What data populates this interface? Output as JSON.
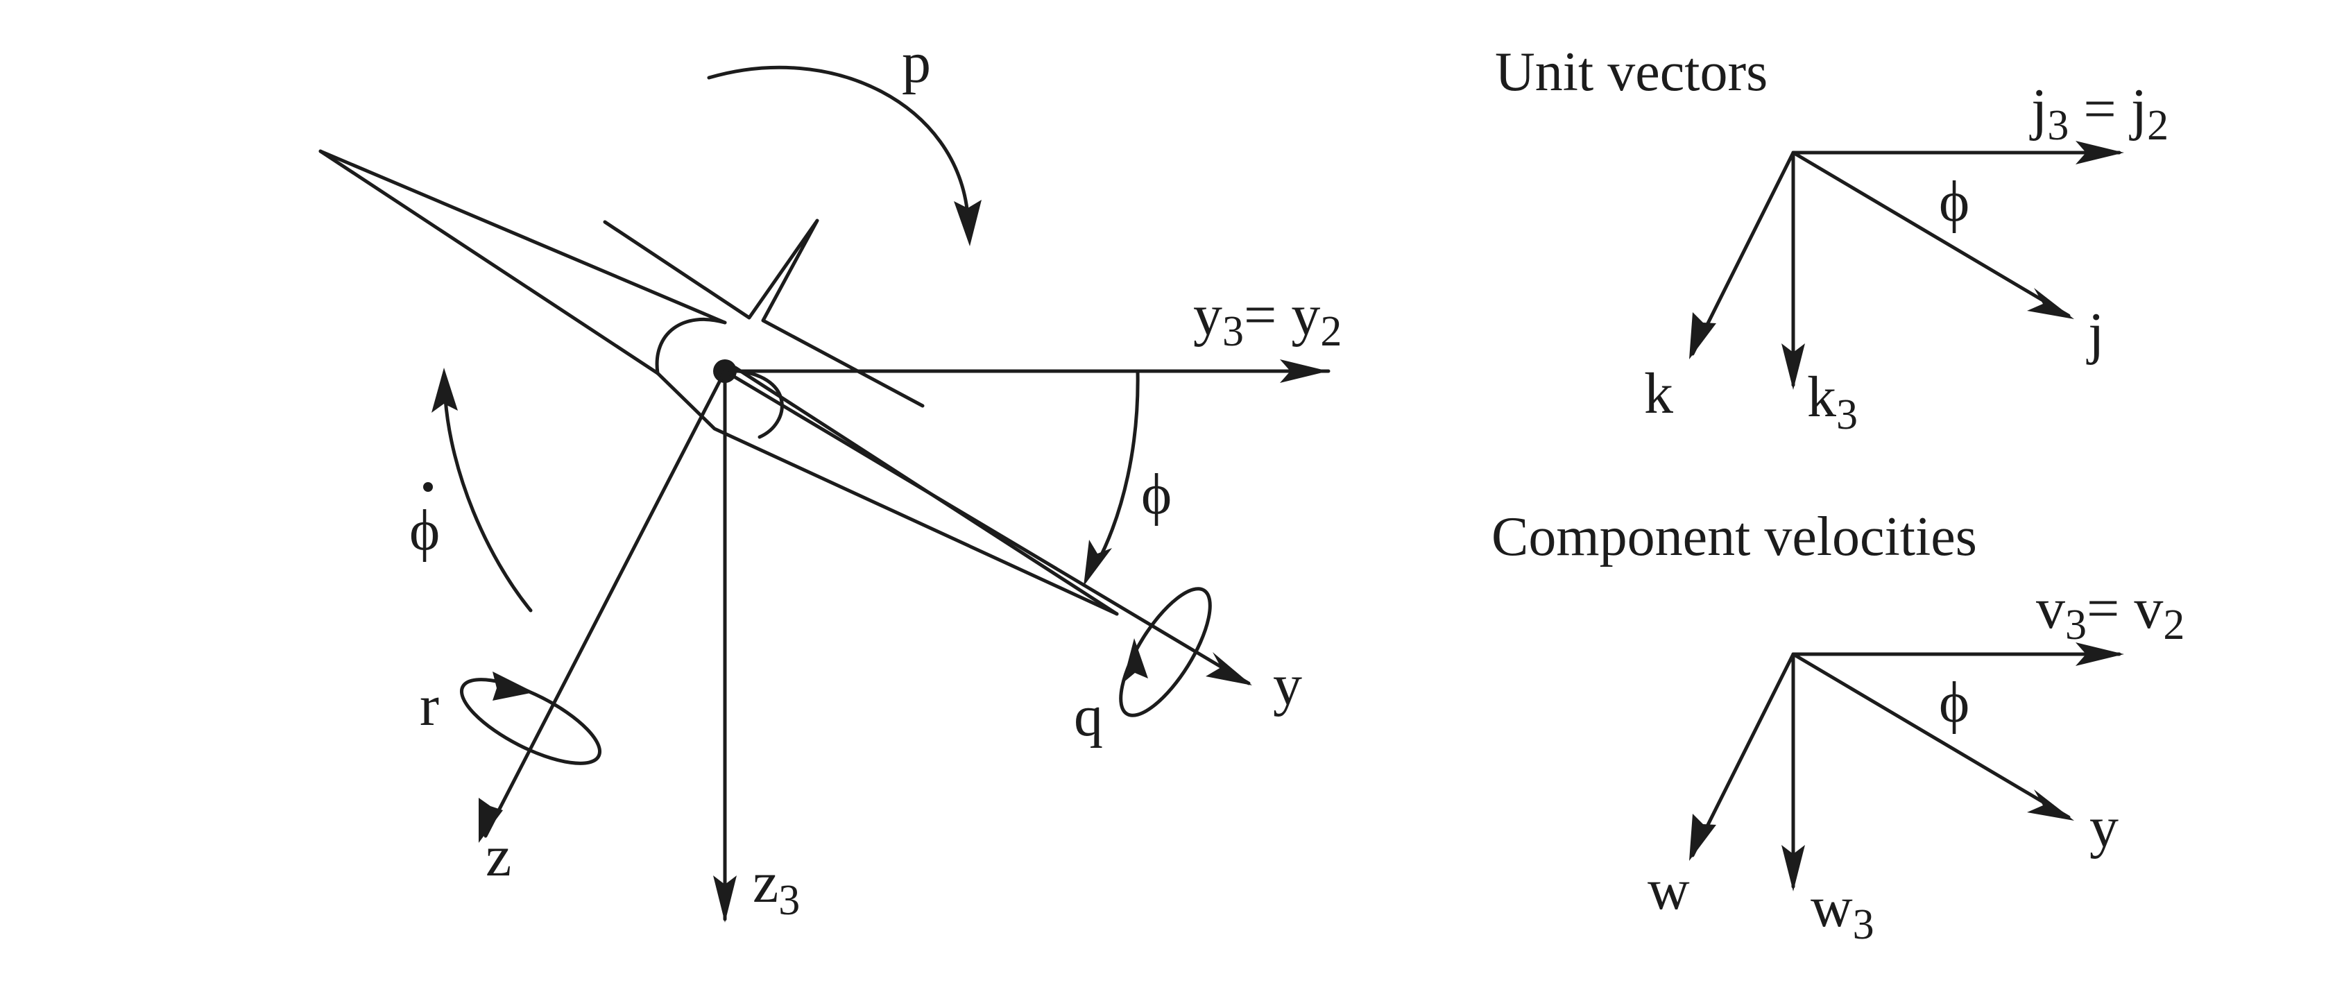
{
  "diagram": {
    "axis_labels": {
      "p": "p",
      "y3": "y",
      "y3_sub": "3",
      "eq": "= ",
      "y2": "y",
      "y2_sub": "2",
      "phi": "ϕ",
      "phi_dot": "ϕ",
      "r": "r",
      "q": "q",
      "y": "y",
      "z": "z",
      "z3": "z",
      "z3_sub": "3"
    },
    "unit_vectors": {
      "heading": "Unit vectors",
      "j3": "j",
      "j3_sub": "3",
      "eq": " = ",
      "j2": "j",
      "j2_sub": "2",
      "phi": "ϕ",
      "j": "j",
      "k": "k",
      "k3": "k",
      "k3_sub": "3"
    },
    "component_velocities": {
      "heading": "Component velocities",
      "v3": "v",
      "v3_sub": "3",
      "eq": "= ",
      "v2": "v",
      "v2_sub": "2",
      "phi": "ϕ",
      "y": "y",
      "w": "w",
      "w3": "w",
      "w3_sub": "3"
    }
  }
}
